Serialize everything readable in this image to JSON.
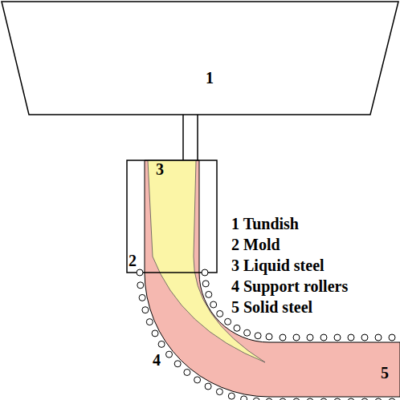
{
  "diagram": {
    "labels": [
      "1",
      "2",
      "3",
      "4",
      "5",
      "1 Tundish",
      "2 Mold",
      "3 Liquid steel",
      "4 Support rollers",
      "5 Solid steel"
    ]
  }
}
